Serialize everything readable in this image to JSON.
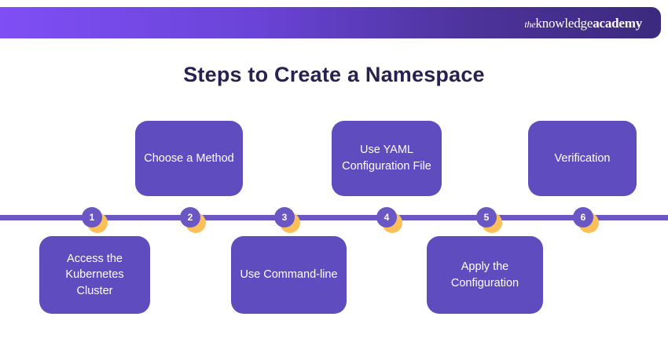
{
  "header": {
    "logo": {
      "the": "the",
      "knowledge": "knowledge",
      "academy": "academy"
    },
    "gradient_from": "#7f4ff5",
    "gradient_to": "#3b2a7e"
  },
  "title": "Steps to Create a Namespace",
  "colors": {
    "title": "#2a2150",
    "box": "#5f4cbe",
    "timeline": "#6a57c4",
    "accent": "#fbc05a",
    "background": "#ffffff"
  },
  "timeline": {
    "markers": [
      {
        "number": "1"
      },
      {
        "number": "2"
      },
      {
        "number": "3"
      },
      {
        "number": "4"
      },
      {
        "number": "5"
      },
      {
        "number": "6"
      }
    ]
  },
  "steps": [
    {
      "number": "1",
      "label": "Access the Kubernetes Cluster",
      "position": "bottom"
    },
    {
      "number": "2",
      "label": "Choose a Method",
      "position": "top"
    },
    {
      "number": "3",
      "label": "Use Command-line",
      "position": "bottom"
    },
    {
      "number": "4",
      "label": "Use YAML Configuration File",
      "position": "top"
    },
    {
      "number": "5",
      "label": "Apply the Configuration",
      "position": "bottom"
    },
    {
      "number": "6",
      "label": "Verification",
      "position": "top"
    }
  ]
}
